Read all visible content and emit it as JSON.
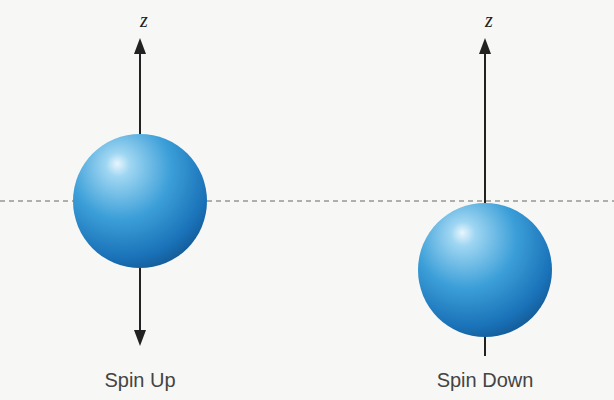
{
  "diagram": {
    "labels": [
      "z",
      "z",
      "Spin Up",
      "Spin Down"
    ]
  }
}
